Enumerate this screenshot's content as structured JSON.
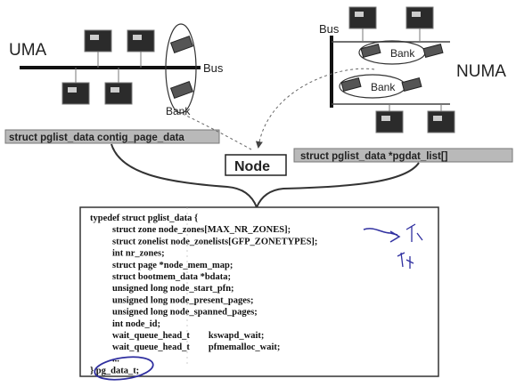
{
  "uma": {
    "title": "UMA",
    "bus_label": "Bus",
    "bank_label": "Bank",
    "struct_label": "struct pglist_data contig_page_data"
  },
  "numa": {
    "title": "NUMA",
    "bus_label": "Bus",
    "bank_labels": [
      "Bank",
      "Bank"
    ],
    "struct_label": "struct pglist_data *pgdat_list[]"
  },
  "node_label": "Node",
  "code": {
    "lines": [
      "typedef struct pglist_data {",
      "struct zone node_zones[MAX_NR_ZONES];",
      "struct zonelist node_zonelists[GFP_ZONETYPES];",
      "int nr_zones;",
      "struct page *node_mem_map;",
      "struct bootmem_data *bdata;",
      "unsigned long node_start_pfn;",
      "unsigned long node_present_pages;",
      "unsigned long node_spanned_pages;",
      "int node_id;",
      "wait_queue_head_t        kswapd_wait;",
      "wait_queue_head_t        pfmemalloc_wait;",
      "...",
      "} pg_data_t;"
    ]
  },
  "colors": {
    "label_bar": "#b9b9b9",
    "chip": "#2b2b2b",
    "annotation_ink": "#3030a0"
  }
}
